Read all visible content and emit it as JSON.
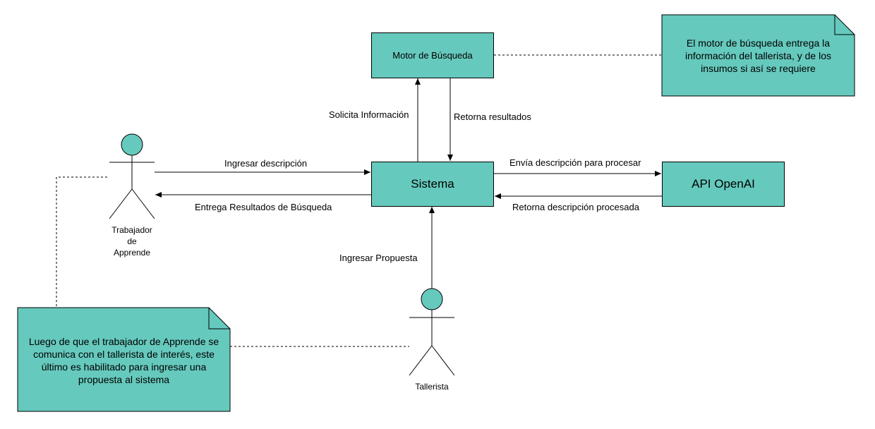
{
  "nodes": {
    "motor": "Motor de Búsqueda",
    "sistema": "Sistema",
    "api": "API OpenAI"
  },
  "actors": {
    "trabajador": {
      "line1": "Trabajador",
      "line2": "de",
      "line3": "Apprende"
    },
    "tallerista": {
      "label": "Tallerista"
    }
  },
  "edges": {
    "ingresar_descripcion": "Ingresar descripción",
    "entrega_resultados": "Entrega Resultados de Búsqueda",
    "solicita_informacion": "Solicita Información",
    "retorna_resultados": "Retorna resultados",
    "envia_descripcion": "Envía descripción para procesar",
    "retorna_descripcion": "Retorna descripción procesada",
    "ingresar_propuesta": "Ingresar Propuesta"
  },
  "notes": {
    "motor_note": {
      "line1": "El motor de búsqueda entrega la",
      "line2": "información del tallerista, y de los",
      "line3": "insumos si así se requiere"
    },
    "trabajador_note": {
      "line1": "Luego de que el trabajador de Apprende se",
      "line2": "comunica con el tallerista de interés, este",
      "line3": "último es habilitado para ingresar una",
      "line4": "propuesta al sistema"
    }
  },
  "colors": {
    "fill": "#66c9bd",
    "stroke": "#000000"
  }
}
